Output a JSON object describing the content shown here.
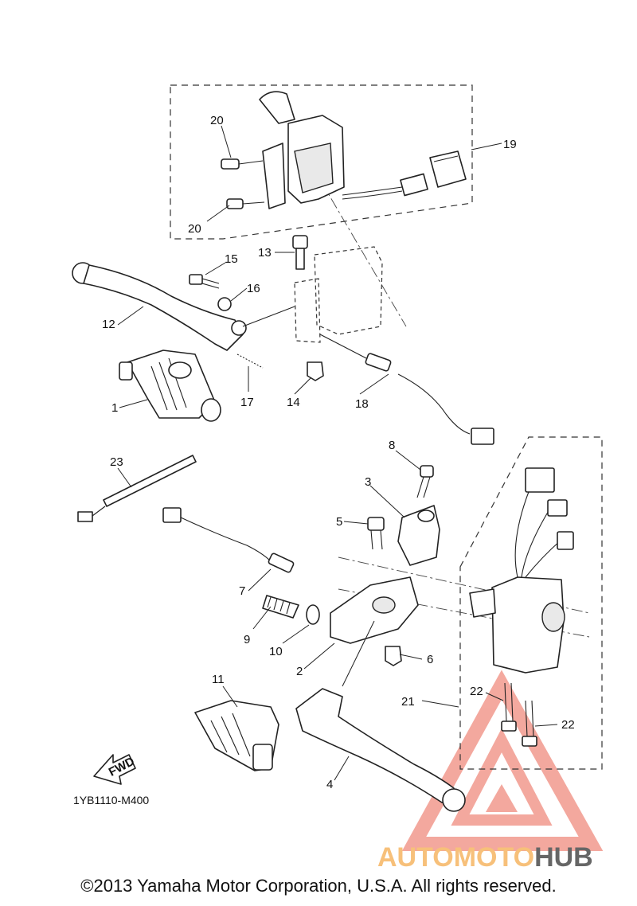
{
  "diagram": {
    "drawing_code": "1YB1110-M400",
    "fwd_label": "FWD",
    "callouts": {
      "c1": "1",
      "c2": "2",
      "c3": "3",
      "c4": "4",
      "c5": "5",
      "c6": "6",
      "c7": "7",
      "c8": "8",
      "c9": "9",
      "c10": "10",
      "c11": "11",
      "c12": "12",
      "c13": "13",
      "c14": "14",
      "c15": "15",
      "c16": "16",
      "c17": "17",
      "c18": "18",
      "c19": "19",
      "c20a": "20",
      "c20b": "20",
      "c21": "21",
      "c22a": "22",
      "c22b": "22",
      "c23": "23"
    }
  },
  "watermark": {
    "brand_part1": "AUTOMOTO",
    "brand_part2": "HUB",
    "color_primary": "#f29a8e",
    "color_secondary": "#f7c07a",
    "color_dark": "#555555"
  },
  "footer": {
    "copyright": "©2013 Yamaha Motor Corporation, U.S.A. All rights reserved."
  }
}
